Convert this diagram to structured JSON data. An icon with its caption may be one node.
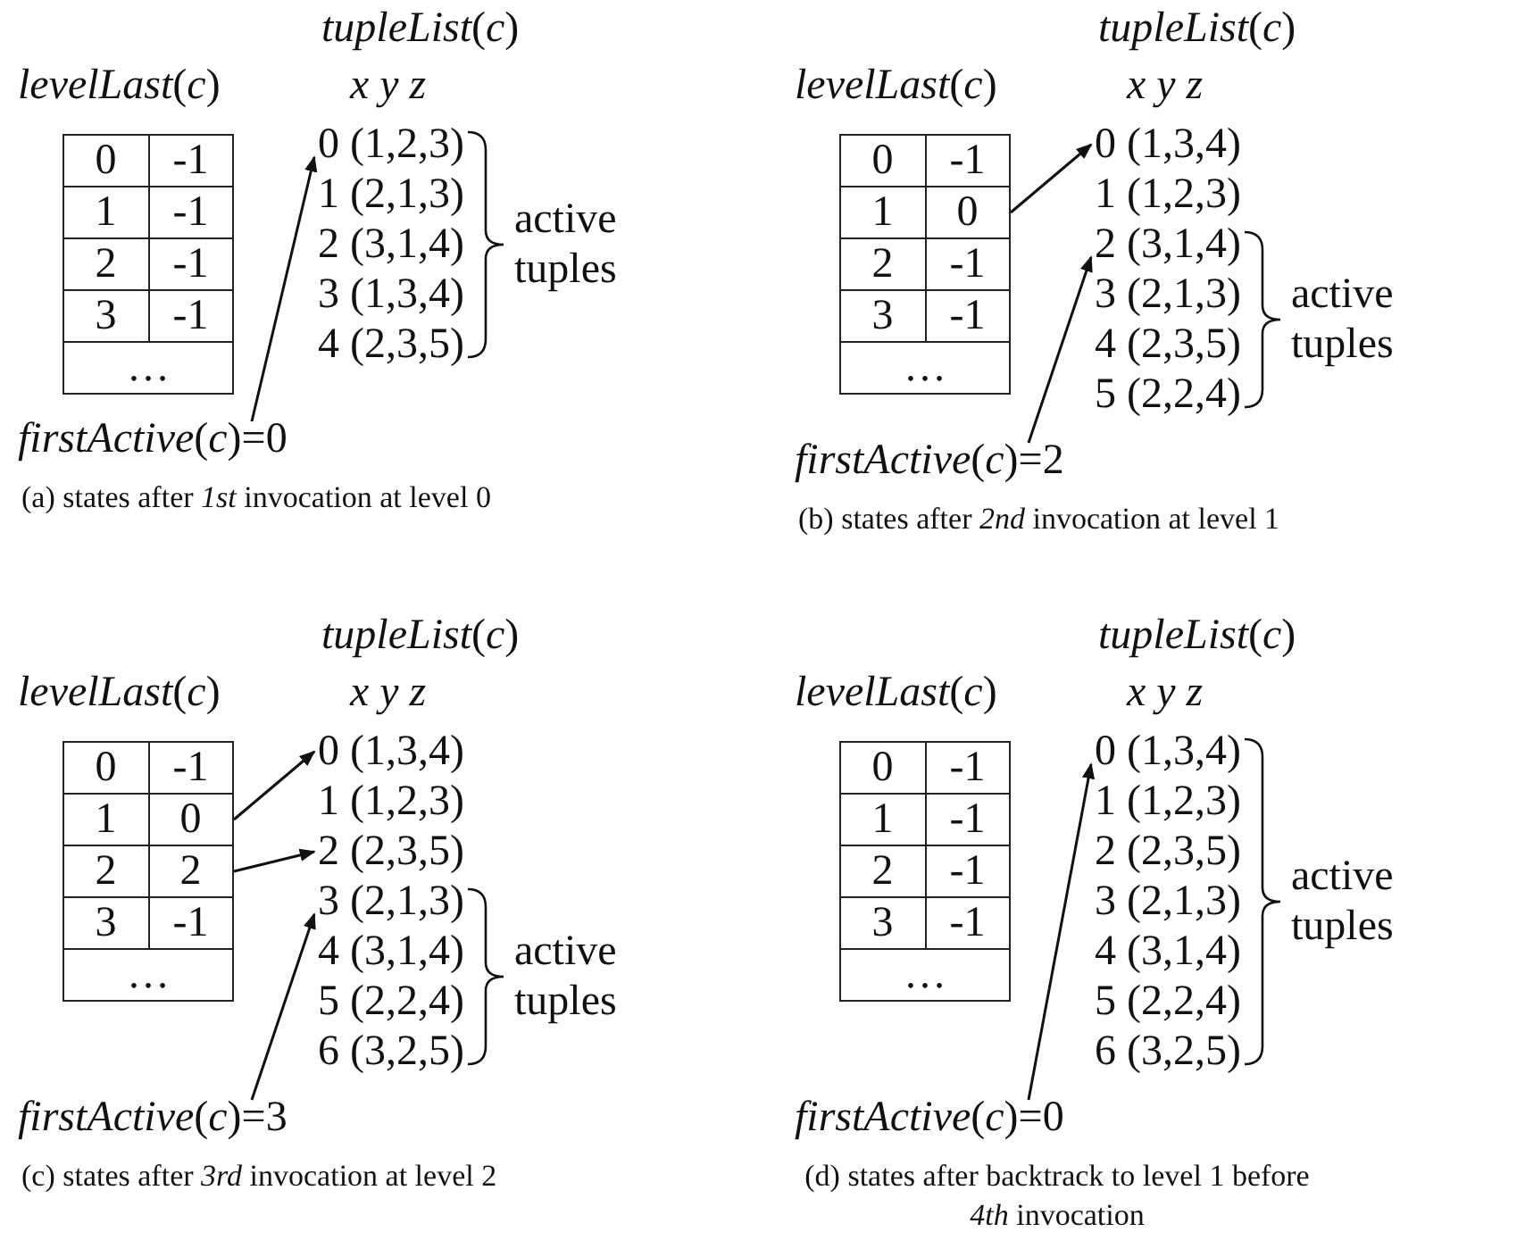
{
  "diagram": {
    "nodes": [
      {
        "text": [
          "0",
          "-1"
        ]
      },
      {
        "text": [
          "1",
          "-1"
        ]
      },
      {
        "text": [
          "2",
          "-1"
        ]
      },
      {
        "text": [
          "3",
          "-1"
        ]
      },
      {
        "text": [
          "…"
        ]
      },
      {
        "text": [
          "0 (1,2,3)"
        ]
      },
      {
        "text": [
          "1 (2,1,3)"
        ]
      },
      {
        "text": [
          "2 (3,1,4)"
        ]
      },
      {
        "text": [
          "3 (1,3,4)"
        ]
      },
      {
        "text": [
          "4 (2,3,5)"
        ]
      },
      {
        "text": [
          "*firstActive*(*c*)=0"
        ]
      },
      {
        "text": [
          "0",
          "-1"
        ]
      },
      {
        "text": [
          "1",
          "0"
        ]
      },
      {
        "text": [
          "2",
          "-1"
        ]
      },
      {
        "text": [
          "3",
          "-1"
        ]
      },
      {
        "text": [
          "…"
        ]
      },
      {
        "text": [
          "0 (1,3,4)"
        ]
      },
      {
        "text": [
          "1 (1,2,3)"
        ]
      },
      {
        "text": [
          "2 (3,1,4)"
        ]
      },
      {
        "text": [
          "3 (2,1,3)"
        ]
      },
      {
        "text": [
          "4 (2,3,5)"
        ]
      },
      {
        "text": [
          "5 (2,2,4)"
        ]
      },
      {
        "text": [
          "*firstActive*(*c*)=2"
        ]
      },
      {
        "text": [
          "0",
          "-1"
        ]
      },
      {
        "text": [
          "1",
          "0"
        ]
      },
      {
        "text": [
          "2",
          "2"
        ]
      },
      {
        "text": [
          "3",
          "-1"
        ]
      },
      {
        "text": [
          "…"
        ]
      },
      {
        "text": [
          "0 (1,3,4)"
        ]
      },
      {
        "text": [
          "1 (1,2,3)"
        ]
      },
      {
        "text": [
          "2 (2,3,5)"
        ]
      },
      {
        "text": [
          "3 (2,1,3)"
        ]
      },
      {
        "text": [
          "4 (3,1,4)"
        ]
      },
      {
        "text": [
          "5 (2,2,4)"
        ]
      },
      {
        "text": [
          "6 (3,2,5)"
        ]
      },
      {
        "text": [
          "*firstActive*(*c*)=3"
        ]
      },
      {
        "text": [
          "0",
          "-1"
        ]
      },
      {
        "text": [
          "1",
          "-1"
        ]
      },
      {
        "text": [
          "2",
          "-1"
        ]
      },
      {
        "text": [
          "3",
          "-1"
        ]
      },
      {
        "text": [
          "…"
        ]
      },
      {
        "text": [
          "0 (1,3,4)"
        ]
      },
      {
        "text": [
          "1 (1,2,3)"
        ]
      },
      {
        "text": [
          "2 (2,3,5)"
        ]
      },
      {
        "text": [
          "3 (2,1,3)"
        ]
      },
      {
        "text": [
          "4 (3,1,4)"
        ]
      },
      {
        "text": [
          "5 (2,2,4)"
        ]
      },
      {
        "text": [
          "6 (3,2,5)"
        ]
      },
      {
        "text": [
          "*firstActive*(*c*)=0"
        ]
      }
    ],
    "edges": [
      {
        "from": 10,
        "to": 5,
        "arrow": "to"
      },
      {
        "from": 12,
        "to": 16,
        "arrow": "to"
      },
      {
        "from": 22,
        "to": 18,
        "arrow": "to"
      },
      {
        "from": 24,
        "to": 28,
        "arrow": "to"
      },
      {
        "from": 25,
        "to": 30,
        "arrow": "to"
      },
      {
        "from": 35,
        "to": 31,
        "arrow": "to"
      },
      {
        "from": 48,
        "to": 41,
        "arrow": "to"
      }
    ],
    "labels": [
      "*tupleList*(*c*)",
      "*levelLast*(*c*)",
      "x y z",
      "active tuples",
      "(a) states after *1st* invocation at level 0",
      "*tupleList*(*c*)",
      "*levelLast*(*c*)",
      "x y z",
      "active tuples",
      "(b) states after *2nd* invocation at level 1",
      "*tupleList*(*c*)",
      "*levelLast*(*c*)",
      "x y z",
      "active tuples",
      "(c) states after *3rd* invocation at level 2",
      "*tupleList*(*c*)",
      "*levelLast*(*c*)",
      "x y z",
      "active tuples",
      "(d) states after backtrack to level 1 before *4th* invocation"
    ]
  }
}
